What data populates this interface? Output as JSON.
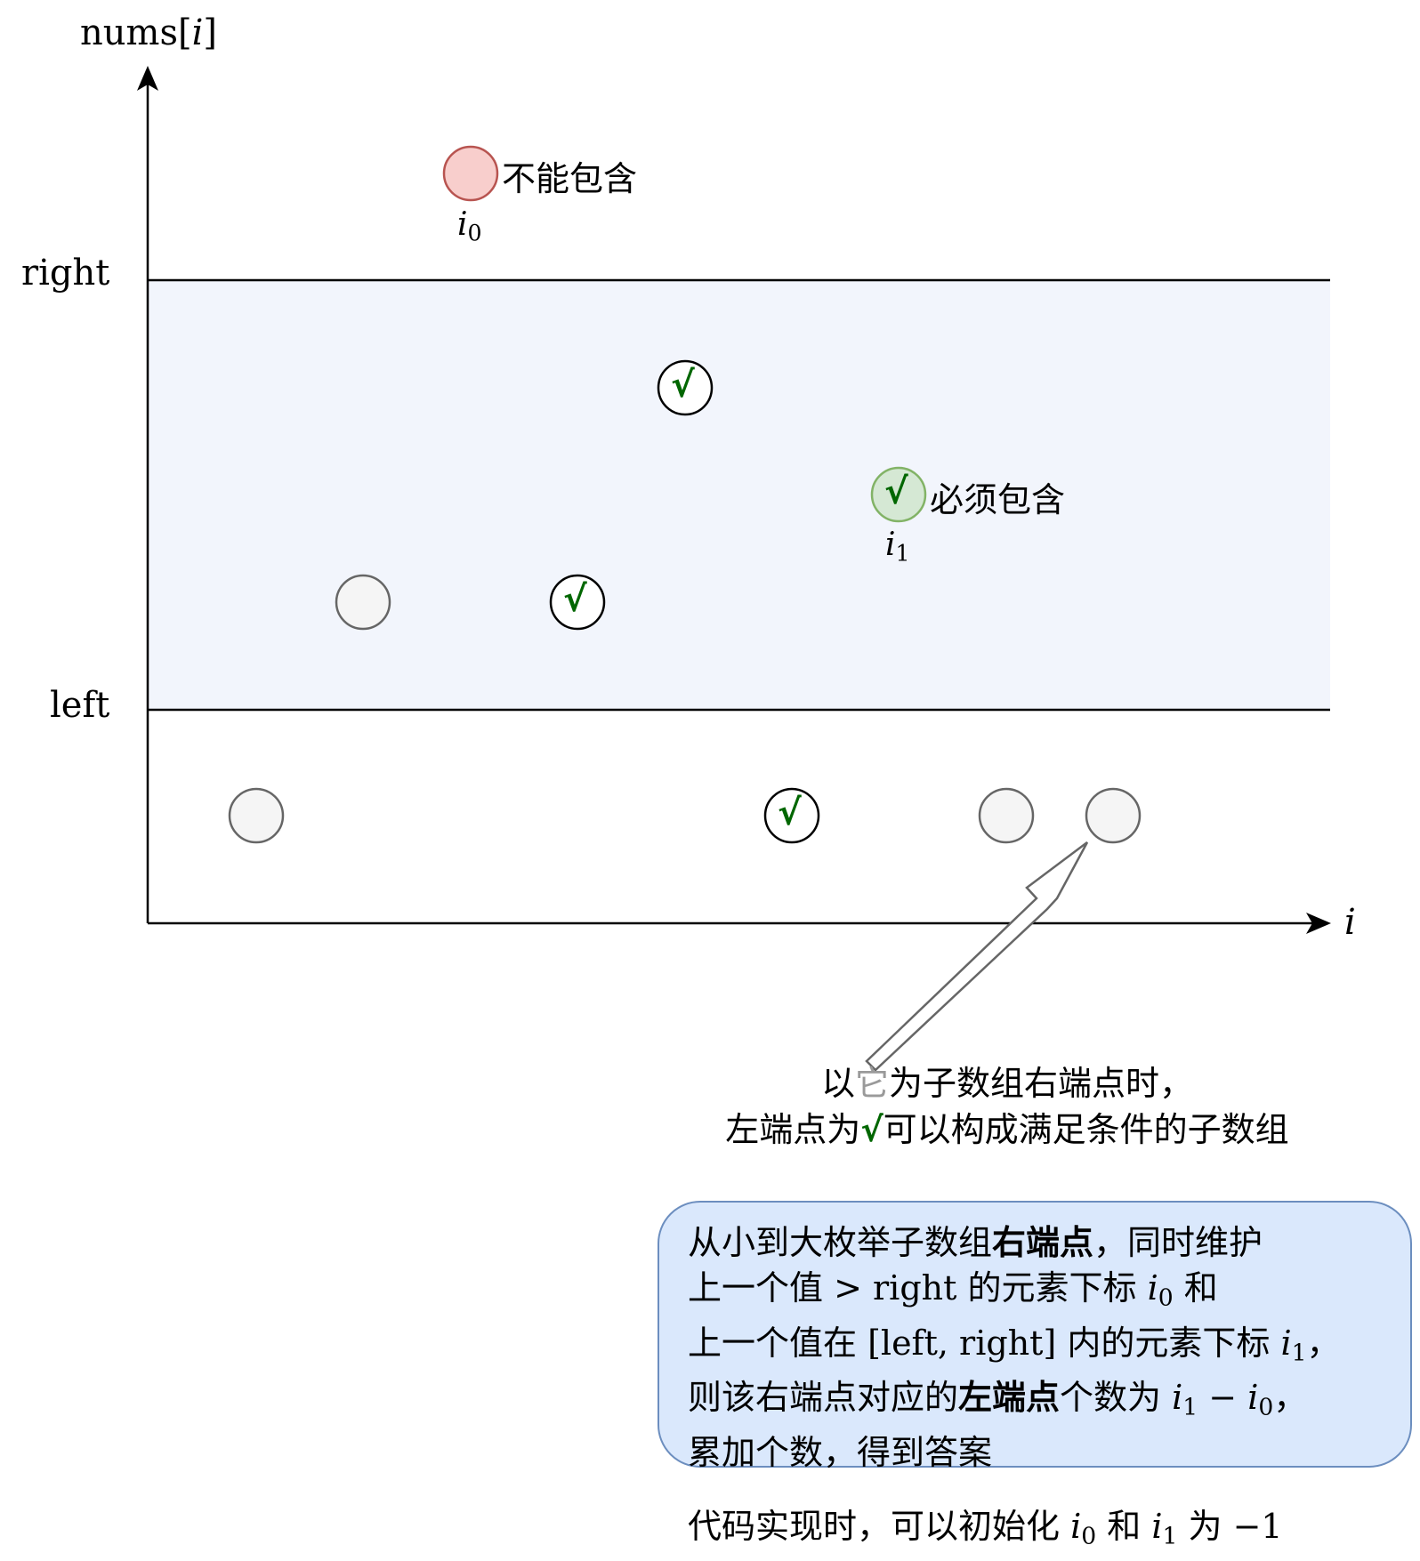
{
  "axes": {
    "y_label": "nums[i]",
    "x_label": "i",
    "right_label": "right",
    "left_label": "left"
  },
  "points": [
    {
      "name": "i0-point",
      "kind": "excluded",
      "label": "不能包含",
      "sub": "i0"
    },
    {
      "name": "check-upper",
      "kind": "check",
      "mark": "√"
    },
    {
      "name": "i1-point",
      "kind": "included",
      "mark": "√",
      "label": "必须包含",
      "sub": "i1"
    },
    {
      "name": "grey-in-band",
      "kind": "plain"
    },
    {
      "name": "check-lower",
      "kind": "check",
      "mark": "√"
    },
    {
      "name": "grey-below-1",
      "kind": "plain"
    },
    {
      "name": "check-below",
      "kind": "check",
      "mark": "√"
    },
    {
      "name": "grey-below-2",
      "kind": "plain"
    },
    {
      "name": "grey-below-3",
      "kind": "plain"
    }
  ],
  "labels": {
    "excluded": "不能包含",
    "i0": "i",
    "i0_sub": "0",
    "included": "必须包含",
    "i1": "i",
    "i1_sub": "1",
    "check": "√"
  },
  "caption": {
    "line1_pre": "以",
    "line1_grey": "它",
    "line1_post": "为子数组右端点时，",
    "line2_pre": "左端点为",
    "line2_check": "√",
    "line2_post": "可以构成满足条件的子数组"
  },
  "box": {
    "l1_a": "从小到大枚举子数组",
    "l1_b": "右端点",
    "l1_c": "，同时维护",
    "l2_a": "上一个值 ",
    "l2_gt": "> right",
    "l2_b": " 的元素下标 ",
    "l2_i": "i",
    "l2_sub": "0",
    "l2_c": " 和",
    "l3_a": "上一个值在 ",
    "l3_range": "[left, right]",
    "l3_b": " 内的元素下标 ",
    "l3_i": "i",
    "l3_sub": "1",
    "l3_c": "，",
    "l4_a": "则该右端点对应的",
    "l4_b": "左端点",
    "l4_c": "个数为 ",
    "l4_i1": "i",
    "l4_sub1": "1",
    "l4_minus": " − ",
    "l4_i0": "i",
    "l4_sub0": "0",
    "l4_d": "，",
    "l5": "累加个数，得到答案"
  },
  "note": {
    "a": "代码实现时，可以初始化 ",
    "i0": "i",
    "i0_sub": "0",
    "and": " 和 ",
    "i1": "i",
    "i1_sub": "1",
    "b": " 为 ",
    "val": "−1"
  },
  "colors": {
    "band": "#f2f5fc",
    "excluded_fill": "#f8cecc",
    "excluded_stroke": "#b85450",
    "included_fill": "#d5e8d4",
    "included_stroke": "#82b366",
    "grey_fill": "#f5f5f5",
    "grey_stroke": "#666666",
    "check": "#006600",
    "box_fill": "#dae8fc",
    "box_stroke": "#6c8ebf"
  }
}
